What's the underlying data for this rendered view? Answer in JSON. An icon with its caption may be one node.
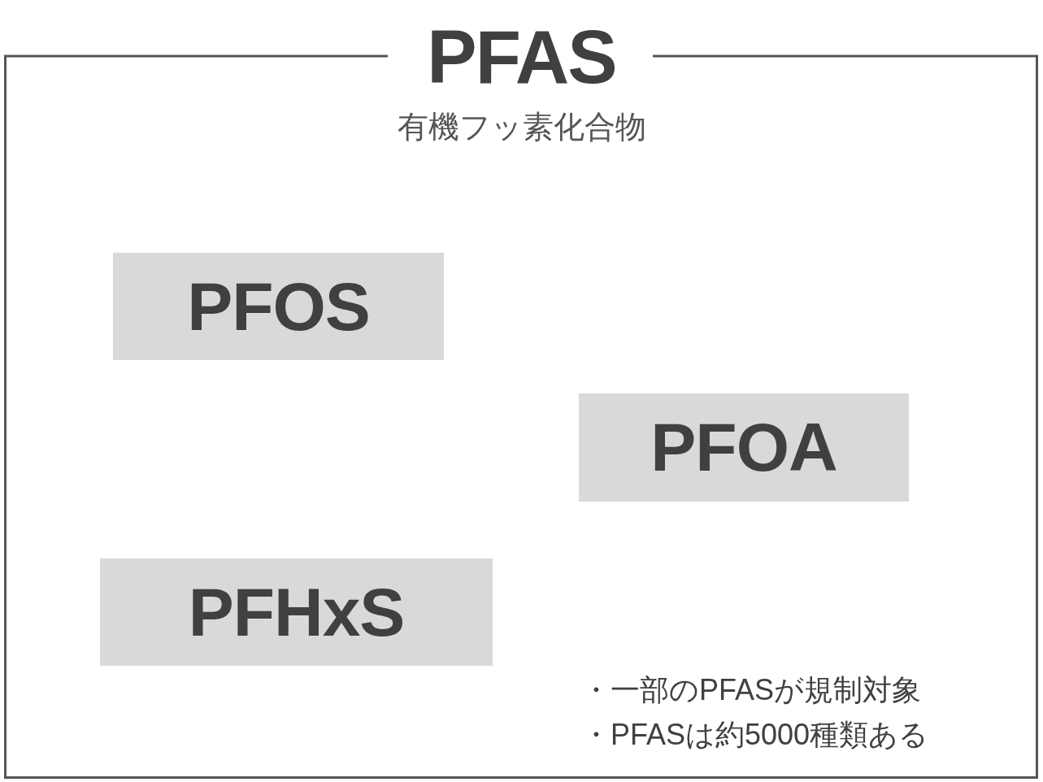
{
  "diagram": {
    "nodes": [
      {
        "text": [
          "PFAS",
          "有機フッ素化合物"
        ]
      },
      {
        "text": [
          "PFOS"
        ],
        "in": 0
      },
      {
        "text": [
          "PFOA"
        ],
        "in": 0
      },
      {
        "text": [
          "PFHxS"
        ],
        "in": 0
      }
    ],
    "labels": [
      "・一部のPFASが規制対象",
      "・PFASは約5000種類ある"
    ]
  }
}
